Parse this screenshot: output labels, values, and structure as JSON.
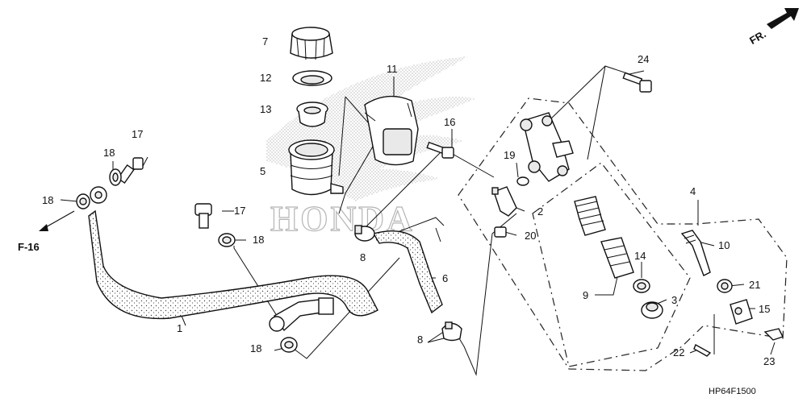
{
  "diagram_code": "HP64F1500",
  "direction_label": "FR.",
  "reference_label": "F-16",
  "watermark_text": "HONDA",
  "callouts": {
    "c1": "1",
    "c2": "2",
    "c3": "3",
    "c4": "4",
    "c5": "5",
    "c6": "6",
    "c7": "7",
    "c8a": "8",
    "c8b": "8",
    "c9": "9",
    "c10": "10",
    "c11": "11",
    "c12": "12",
    "c13": "13",
    "c14": "14",
    "c15": "15",
    "c16": "16",
    "c17a": "17",
    "c17b": "17",
    "c18a": "18",
    "c18b": "18",
    "c18c": "18",
    "c18d": "18",
    "c19": "19",
    "c20": "20",
    "c21": "21",
    "c22": "22",
    "c23": "23",
    "c24": "24"
  },
  "icons": {
    "direction": "arrow-right-up-icon",
    "reference": "arrow-left-down-icon"
  }
}
